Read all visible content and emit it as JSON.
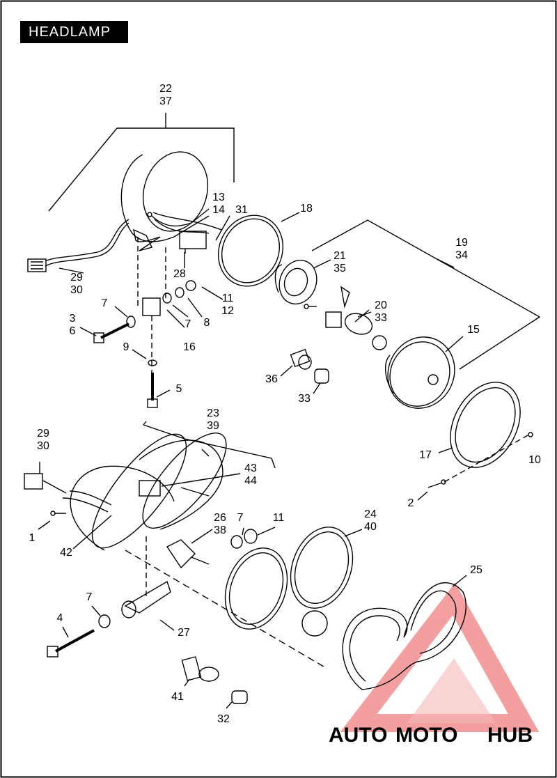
{
  "title": "HEADLAMP",
  "callouts": {
    "c22_37": [
      "22",
      "37"
    ],
    "c13_14": [
      "13",
      "14"
    ],
    "c31": "31",
    "c18": "18",
    "c19_34": [
      "19",
      "34"
    ],
    "c21_35": [
      "21",
      "35"
    ],
    "c29_30_top": [
      "29",
      "30"
    ],
    "c28": "28",
    "c11_12": [
      "11",
      "12"
    ],
    "c7_left": "7",
    "c3_6": [
      "3",
      "6"
    ],
    "c7_right": "7",
    "c8": "8",
    "c20_33": [
      "20",
      "33"
    ],
    "c15": "15",
    "c16": "16",
    "c9": "9",
    "c36": "36",
    "c33": "33",
    "c5": "5",
    "c23_39": [
      "23",
      "39"
    ],
    "c29_30_bottom": [
      "29",
      "30"
    ],
    "c17": "17",
    "c10": "10",
    "c43_44": [
      "43",
      "44"
    ],
    "c2": "2",
    "c1": "1",
    "c26_38": [
      "26",
      "38"
    ],
    "c7_mid": "7",
    "c11_mid": "11",
    "c24_40": [
      "24",
      "40"
    ],
    "c42": "42",
    "c25": "25",
    "c7_low": "7",
    "c4": "4",
    "c27": "27",
    "c41": "41",
    "c32": "32"
  },
  "watermark": {
    "part1": "AUTO",
    "part2": "MOTO",
    "part3": "HUB",
    "color1": "#f2b84a",
    "color2": "#f08080",
    "color3": "#6b6b6b"
  }
}
